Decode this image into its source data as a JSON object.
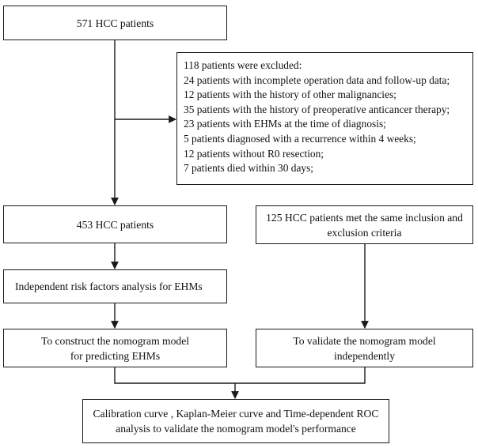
{
  "boxes": {
    "start": "571 HCC patients",
    "excluded": {
      "lines": [
        "118 patients were excluded:",
        "24 patients with incomplete operation data and follow-up data;",
        "12 patients with the history of other malignancies;",
        "35 patients with the history of preoperative anticancer therapy;",
        "23 patients with EHMs at the time of diagnosis;",
        "5 patients diagnosed with a recurrence within 4 weeks;",
        "12 patients without R0 resection;",
        "7 patients died within 30 days;"
      ]
    },
    "training": "453 HCC patients",
    "validation_cohort": {
      "line1": "125 HCC patients met the same inclusion and",
      "line2": "exclusion criteria"
    },
    "risk_factors": "Independent risk factors analysis for EHMs",
    "construct": {
      "line1": "To construct the nomogram model",
      "line2": "for predicting EHMs"
    },
    "validate": {
      "line1": "To validate the nomogram model",
      "line2": "independently"
    },
    "final": {
      "line1": "Calibration curve , Kaplan-Meier curve and Time-dependent ROC",
      "line2": "analysis to validate the nomogram model's performance"
    }
  },
  "colors": {
    "line": "#1a1a1a",
    "background": "#ffffff"
  }
}
